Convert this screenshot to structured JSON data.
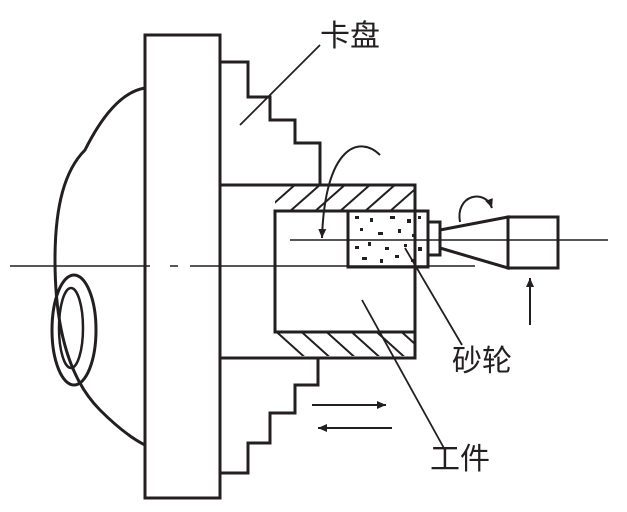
{
  "labels": {
    "chuck": "卡盘",
    "grinding_wheel": "砂轮",
    "workpiece": "工件"
  },
  "colors": {
    "stroke": "#231f20",
    "background": "#ffffff"
  }
}
